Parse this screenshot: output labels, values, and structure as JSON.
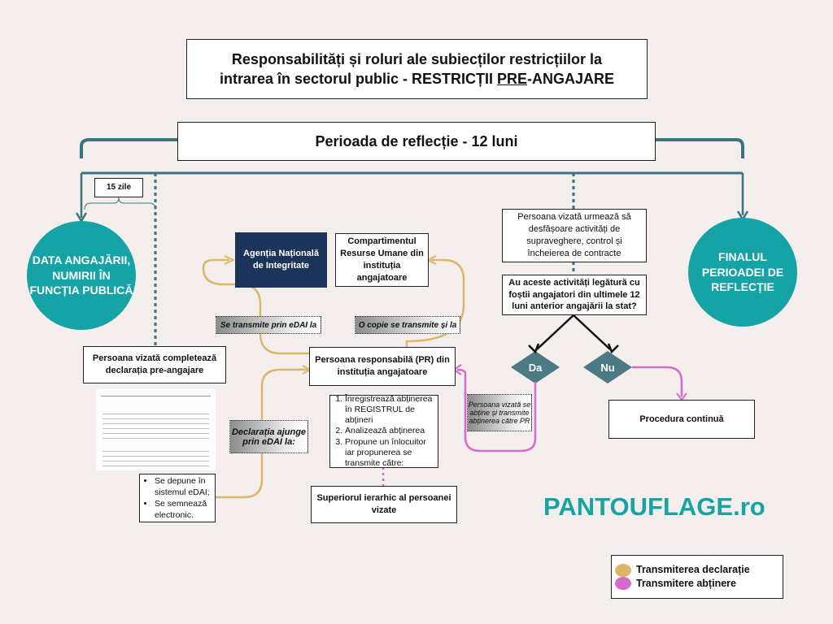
{
  "title": {
    "line1": "Responsabilități și roluri  ale subiecților restricțiilor la",
    "line2_pre": "intrarea în sectorul public  - RESTRICȚII ",
    "line2_u": "PRE",
    "line2_post": "-ANGAJARE"
  },
  "period": "Perioada de reflecție - 12 luni",
  "days": "15 zile",
  "start_circle": "DATA ANGAJĂRII, NUMIRII ÎN FUNCȚIA PUBLICĂ",
  "end_circle": "FINALUL PERIOADEI DE REFLECȚIE",
  "ani": "Agenția Națională de Integritate",
  "hr": "Compartimentul Resurse Umane din instituția angajatoare",
  "tag_edai": "Se transmite prin eDAI la",
  "tag_copy": "O copie se transmite și la",
  "tag_arrives": "Declarația ajunge prin eDAI la:",
  "tag_abstain": "Persoana vizată se abține și transmite abținerea către PR",
  "person_fills": "Persoana vizată completează declarația pre-angajare",
  "submit_list": [
    "Se depune în sistemul eDAI;",
    "Se semnează electronic."
  ],
  "pr": "Persoana responsabilă (PR) din instituția angajatoare",
  "pr_steps": [
    "Înregistrează abținerea în REGISTRUL de abțineri",
    "Analizează abținerea",
    "Propune un înlocuitor iar propunerea se transmite către:"
  ],
  "superior": "Superiorul ierarhic al persoanei vizate",
  "activities": "Persoana vizată urmează să desfășoare activități de supraveghere, control și încheierea de contracte",
  "question": "Au aceste activități legătură cu foștii angajatori din ultimele 12 luni anterior angajării la stat?",
  "yes": "Da",
  "no": "Nu",
  "continue": "Procedura continuă",
  "logo": "PANTOUFLAGE.ro",
  "legend": [
    {
      "label": "Transmiterea declarație",
      "color": "#ddb668"
    },
    {
      "label": "Transmitere abținere",
      "color": "#d56acc"
    }
  ],
  "colors": {
    "teal": "#15a3a6",
    "navy": "#1c3459",
    "bracket": "#3b7480"
  }
}
